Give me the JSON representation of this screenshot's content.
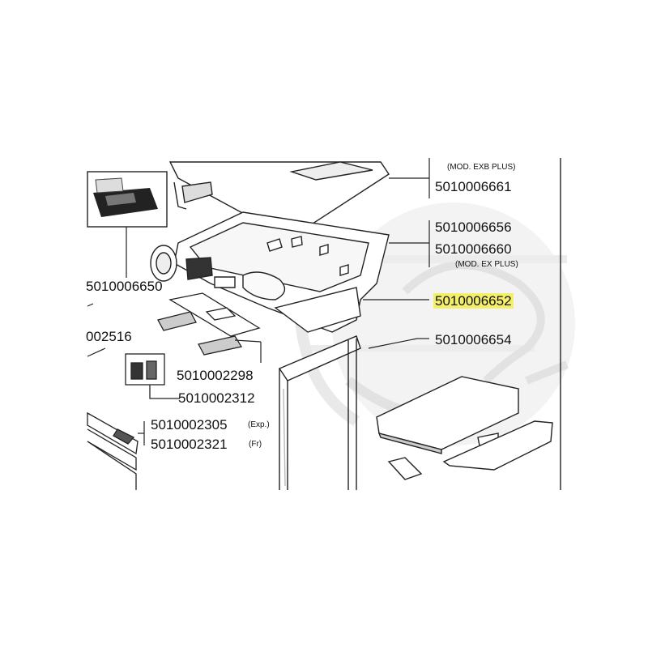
{
  "diagram": {
    "parts": {
      "p6661": "5010006661",
      "p6656": "5010006656",
      "p6660": "5010006660",
      "p6652": "5010006652",
      "p6654": "5010006654",
      "p6650": "5010006650",
      "p2516": "002516",
      "p2298": "5010002298",
      "p2312": "5010002312",
      "p2305": "5010002305",
      "p2321": "5010002321"
    },
    "notes": {
      "exb_plus": "(MOD. EXB PLUS)",
      "ex_plus": "(MOD. EX PLUS)",
      "exp": "(Exp.)",
      "fr": "(Fr)"
    },
    "highlight_color": "#f4ef6a",
    "watermark_color": "#e8e8e8"
  }
}
